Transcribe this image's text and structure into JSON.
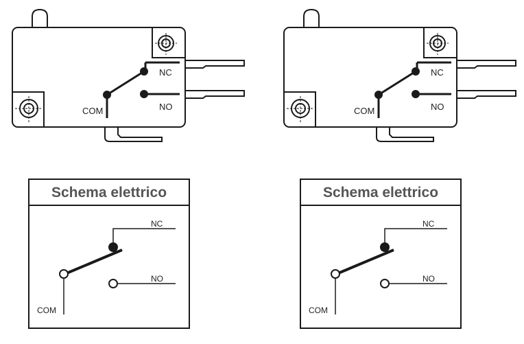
{
  "switches": [
    {
      "nc_label": "NC",
      "no_label": "NO",
      "com_label": "COM"
    },
    {
      "nc_label": "NC",
      "no_label": "NO",
      "com_label": "COM"
    }
  ],
  "schemas": [
    {
      "title": "Schema elettrico",
      "nc_label": "NC",
      "no_label": "NO",
      "com_label": "COM"
    },
    {
      "title": "Schema elettrico",
      "nc_label": "NC",
      "no_label": "NO",
      "com_label": "COM"
    }
  ],
  "colors": {
    "line": "#1a1a1a",
    "title": "#555555"
  }
}
